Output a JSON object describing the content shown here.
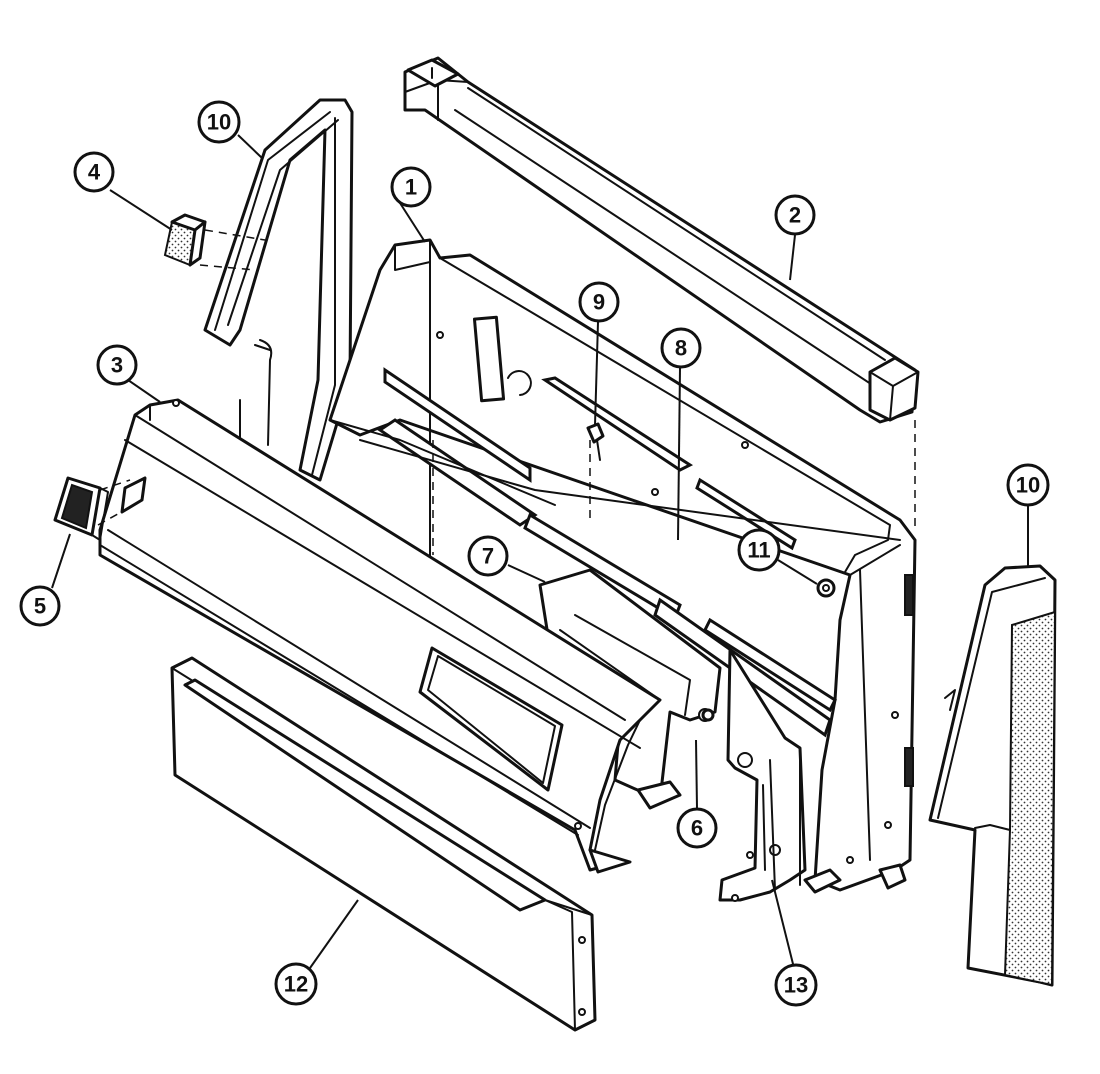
{
  "diagram": {
    "callouts": [
      {
        "id": "c1",
        "label": "1"
      },
      {
        "id": "c2",
        "label": "2"
      },
      {
        "id": "c3",
        "label": "3"
      },
      {
        "id": "c4",
        "label": "4"
      },
      {
        "id": "c5",
        "label": "5"
      },
      {
        "id": "c6",
        "label": "6"
      },
      {
        "id": "c7",
        "label": "7"
      },
      {
        "id": "c8",
        "label": "8"
      },
      {
        "id": "c9",
        "label": "9"
      },
      {
        "id": "c10a",
        "label": "10"
      },
      {
        "id": "c10b",
        "label": "10"
      },
      {
        "id": "c11",
        "label": "11"
      },
      {
        "id": "c12",
        "label": "12"
      },
      {
        "id": "c13",
        "label": "13"
      }
    ],
    "colors": {
      "line": "#111111",
      "background": "#ffffff"
    }
  }
}
